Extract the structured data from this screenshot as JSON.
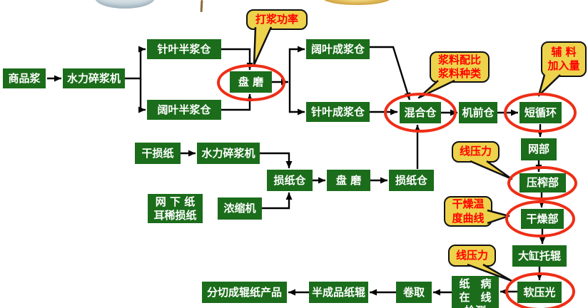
{
  "diagram": {
    "nodes": {
      "commodity_pulp": {
        "label": "商品浆"
      },
      "hydrapulper_1": {
        "label": "水力碎浆机"
      },
      "softwood_half_chest": {
        "label": "针叶半浆仓"
      },
      "hardwood_half_chest": {
        "label": "阔叶半浆仓"
      },
      "disc_refiner_1": {
        "label": "盘 磨",
        "highlighted": true
      },
      "hardwood_stock_chest": {
        "label": "阔叶成浆仓"
      },
      "softwood_stock_chest": {
        "label": "针叶成浆仓"
      },
      "mixing_chest": {
        "label": "混合仓",
        "highlighted": true
      },
      "machine_chest": {
        "label": "机前仓"
      },
      "short_circulation": {
        "label": "短循环",
        "highlighted": true
      },
      "wire_section": {
        "label": "网部"
      },
      "press_section": {
        "label": "压榨部",
        "highlighted": true
      },
      "dryer_section": {
        "label": "干燥部",
        "highlighted": true
      },
      "cylinder_rolls": {
        "label": "大缸托辊"
      },
      "soft_calender": {
        "label": "软压光",
        "highlighted": true
      },
      "defect_detection": {
        "label": "纸　病\n在　线\n检测"
      },
      "reeling": {
        "label": "卷取"
      },
      "semi_finished_rolls": {
        "label": "半成品纸辊"
      },
      "slit_rolls": {
        "label": "分切成辊纸产品"
      },
      "dry_broke": {
        "label": "干损纸"
      },
      "hydrapulper_2": {
        "label": "水力碎浆机"
      },
      "broke_chest_1": {
        "label": "损纸仓"
      },
      "disc_refiner_2": {
        "label": "盘 磨"
      },
      "broke_chest_2": {
        "label": "损纸仓"
      },
      "wet_broke": {
        "label": "网 下 纸\n耳稀损纸"
      },
      "thickener": {
        "label": "浓缩机"
      }
    },
    "callouts": {
      "beating_power": {
        "label": "打浆功率"
      },
      "stock_ratio": {
        "label": "浆料配比\n浆料种类"
      },
      "additive_amount": {
        "label": "辅 料\n加入量"
      },
      "nip_pressure_press": {
        "label": "线压力"
      },
      "drying_temp_curve": {
        "label": "干燥温\n度曲线"
      },
      "nip_pressure_calender": {
        "label": "线压力"
      }
    },
    "colors": {
      "node_green": "#1b6d1b",
      "node_text": "#ffffff",
      "callout_yellow": "#edd24b",
      "callout_border": "#111111",
      "callout_text_red": "#ff0000",
      "highlight_red": "#ee2e16",
      "arrow_black": "#000000"
    }
  }
}
